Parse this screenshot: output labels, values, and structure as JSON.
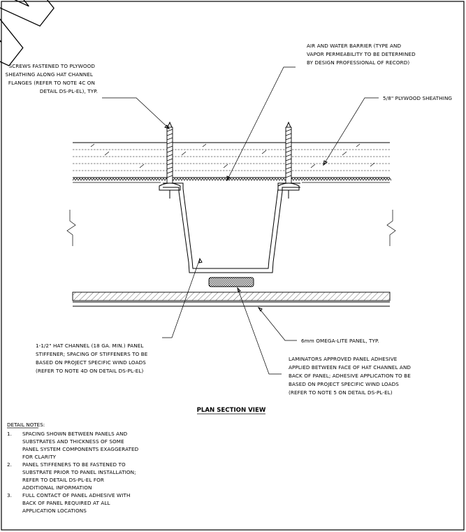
{
  "labels": {
    "screws": [
      "SCREWS FASTENED TO PLYWOOD",
      "SHEATHING ALONG HAT CHANNEL",
      "FLANGES (REFER TO NOTE 4C ON",
      "DETAIL DS-PL-EL), TYP."
    ],
    "barrier": [
      "AIR AND WATER BARRIER (TYPE AND",
      "VAPOR PERMEABILITY TO BE DETERMINED",
      "BY DESIGN PROFESSIONAL OF RECORD)"
    ],
    "plywood": "5/8\" PLYWOOD SHEATHING",
    "hat_channel": [
      "1-1/2\" HAT CHANNEL (18 GA. MIN.) PANEL",
      "STIFFENER; SPACING OF STIFFENERS TO BE",
      "BASED ON PROJECT SPECIFIC WIND LOADS",
      "(REFER TO NOTE 4D ON DETAIL DS-PL-EL)"
    ],
    "panel": "6mm OMEGA-LITE PANEL, TYP.",
    "adhesive": [
      "LAMINATORS APPROVED PANEL ADHESIVE",
      "APPLIED BETWEEN FACE OF HAT CHANNEL AND",
      "BACK OF PANEL; ADHESIVE APPLICATION TO BE",
      "BASED ON PROJECT SPECIFIC WIND LOADS",
      "(REFER TO NOTE 5 ON DETAIL DS-PL-EL)"
    ]
  },
  "title": "PLAN SECTION VIEW",
  "notes": {
    "header": "DETAIL NOTES:",
    "items": [
      {
        "num": "1.",
        "lines": [
          "SPACING SHOWN BETWEEN PANELS AND",
          "SUBSTRATES AND THICKNESS OF SOME",
          "PANEL SYSTEM COMPONENTS EXAGGERATED",
          "FOR CLARITY"
        ]
      },
      {
        "num": "2.",
        "lines": [
          "PANEL STIFFENERS TO BE FASTENED TO",
          "SUBSTRATE PRIOR TO PANEL INSTALLATION;",
          "REFER TO DETAIL DS-PL-EL FOR",
          "ADDITIONAL INFORMATION"
        ]
      },
      {
        "num": "3.",
        "lines": [
          "FULL CONTACT OF PANEL ADHESIVE WITH",
          "BACK OF PANEL REQUIRED AT ALL",
          "APPLICATION LOCATIONS"
        ]
      }
    ]
  },
  "watermark": "W W"
}
